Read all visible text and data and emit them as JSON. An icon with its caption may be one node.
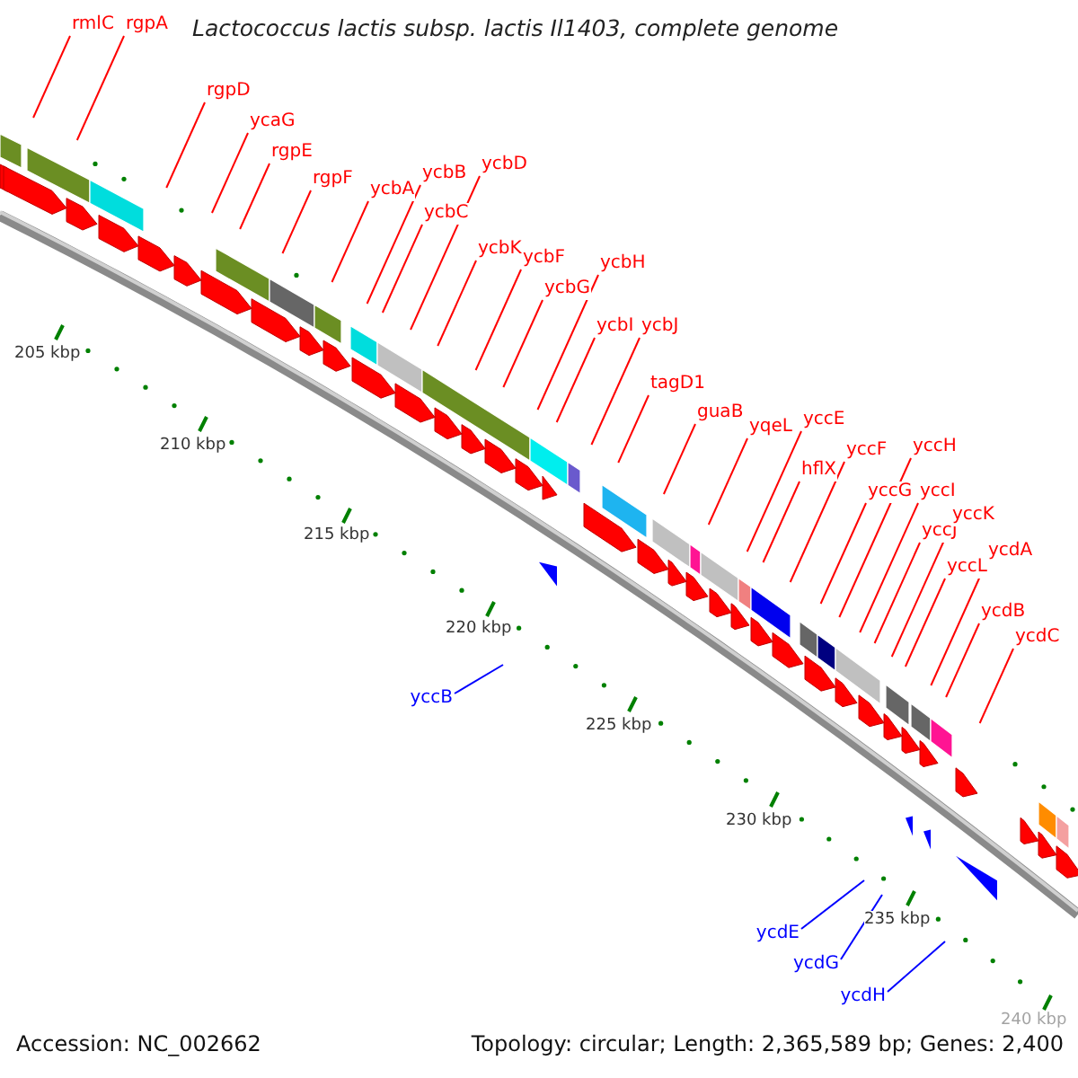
{
  "diagram": {
    "title": "Lactococcus lactis subsp. lactis Il1403, complete genome",
    "nodes": [
      {
        "text": [
          "rmlC"
        ]
      },
      {
        "text": [
          "rgpA"
        ]
      },
      {
        "text": [
          "rgpD"
        ]
      },
      {
        "text": [
          "ycaG"
        ]
      },
      {
        "text": [
          "rgpE"
        ]
      },
      {
        "text": [
          "rgpF"
        ]
      },
      {
        "text": [
          "ycbA"
        ]
      },
      {
        "text": [
          "ycbB"
        ]
      },
      {
        "text": [
          "ycbD"
        ]
      },
      {
        "text": [
          "ycbC"
        ]
      },
      {
        "text": [
          "ycbK"
        ]
      },
      {
        "text": [
          "ycbF"
        ]
      },
      {
        "text": [
          "ycbG"
        ]
      },
      {
        "text": [
          "ycbH"
        ]
      },
      {
        "text": [
          "ycbI"
        ]
      },
      {
        "text": [
          "ycbJ"
        ]
      },
      {
        "text": [
          "tagD1"
        ]
      },
      {
        "text": [
          "guaB"
        ]
      },
      {
        "text": [
          "yqeL"
        ]
      },
      {
        "text": [
          "yccE"
        ]
      },
      {
        "text": [
          "hflX"
        ]
      },
      {
        "text": [
          "yccF"
        ]
      },
      {
        "text": [
          "yccH"
        ]
      },
      {
        "text": [
          "yccG"
        ]
      },
      {
        "text": [
          "yccI"
        ]
      },
      {
        "text": [
          "yccJ"
        ]
      },
      {
        "text": [
          "yccK"
        ]
      },
      {
        "text": [
          "yccL"
        ]
      },
      {
        "text": [
          "ycdA"
        ]
      },
      {
        "text": [
          "ycdB"
        ]
      },
      {
        "text": [
          "ycdC"
        ]
      },
      {
        "text": [
          "yccB"
        ]
      },
      {
        "text": [
          "ycdE"
        ]
      },
      {
        "text": [
          "ycdG"
        ]
      },
      {
        "text": [
          "ycdH"
        ]
      }
    ],
    "edges": [
      {
        "from": 0,
        "to": null,
        "arrow": "none"
      },
      {
        "from": 1,
        "to": null,
        "arrow": "none"
      },
      {
        "from": 2,
        "to": null,
        "arrow": "none"
      },
      {
        "from": 3,
        "to": null,
        "arrow": "none"
      },
      {
        "from": 4,
        "to": null,
        "arrow": "none"
      },
      {
        "from": 5,
        "to": null,
        "arrow": "none"
      },
      {
        "from": 6,
        "to": null,
        "arrow": "none"
      },
      {
        "from": 7,
        "to": null,
        "arrow": "none"
      },
      {
        "from": 8,
        "to": null,
        "arrow": "none"
      },
      {
        "from": 9,
        "to": null,
        "arrow": "none"
      },
      {
        "from": 10,
        "to": null,
        "arrow": "none"
      },
      {
        "from": 11,
        "to": null,
        "arrow": "none"
      },
      {
        "from": 12,
        "to": null,
        "arrow": "none"
      },
      {
        "from": 13,
        "to": null,
        "arrow": "none"
      },
      {
        "from": 14,
        "to": null,
        "arrow": "none"
      },
      {
        "from": 15,
        "to": null,
        "arrow": "none"
      },
      {
        "from": 16,
        "to": null,
        "arrow": "none"
      },
      {
        "from": 17,
        "to": null,
        "arrow": "none"
      },
      {
        "from": 18,
        "to": null,
        "arrow": "none"
      },
      {
        "from": 19,
        "to": null,
        "arrow": "none"
      },
      {
        "from": 20,
        "to": null,
        "arrow": "none"
      },
      {
        "from": 21,
        "to": null,
        "arrow": "none"
      },
      {
        "from": 22,
        "to": null,
        "arrow": "none"
      },
      {
        "from": 23,
        "to": null,
        "arrow": "none"
      },
      {
        "from": 24,
        "to": null,
        "arrow": "none"
      },
      {
        "from": 25,
        "to": null,
        "arrow": "none"
      },
      {
        "from": 26,
        "to": null,
        "arrow": "none"
      },
      {
        "from": 27,
        "to": null,
        "arrow": "none"
      },
      {
        "from": 28,
        "to": null,
        "arrow": "none"
      },
      {
        "from": 29,
        "to": null,
        "arrow": "none"
      },
      {
        "from": 30,
        "to": null,
        "arrow": "none"
      },
      {
        "from": 31,
        "to": null,
        "arrow": "none",
        "color": "#0000ff"
      },
      {
        "from": 32,
        "to": null,
        "arrow": "none",
        "color": "#0000ff"
      },
      {
        "from": 33,
        "to": null,
        "arrow": "none",
        "color": "#0000ff"
      },
      {
        "from": 34,
        "to": null,
        "arrow": "none",
        "color": "#0000ff"
      }
    ],
    "labels": [
      "205 kbp",
      "210 kbp",
      "215 kbp",
      "220 kbp",
      "225 kbp",
      "230 kbp",
      "235 kbp",
      "240 kbp",
      "Accession: NC_002662",
      "Topology: circular; Length: 2,365,589 bp; Genes: 2,400"
    ]
  }
}
